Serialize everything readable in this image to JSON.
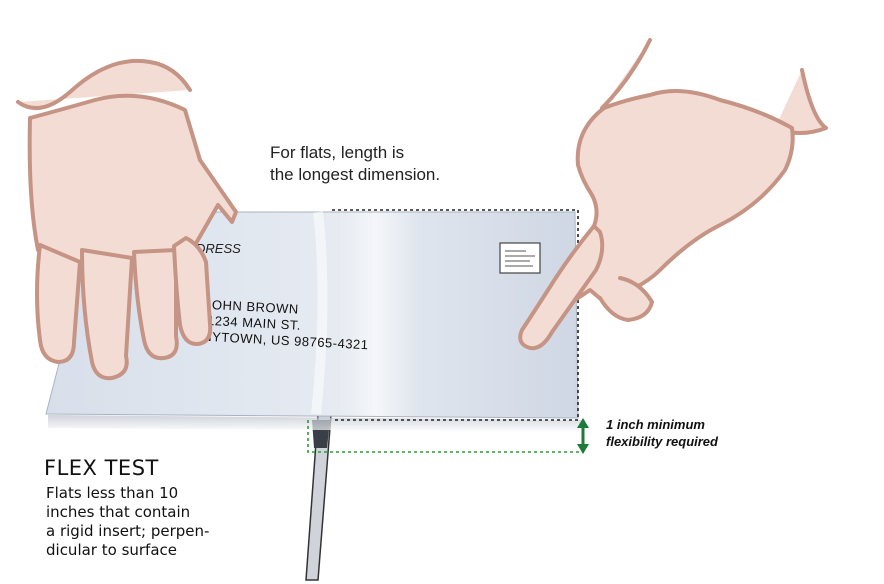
{
  "caption": {
    "line1": "For flats, length is",
    "line2": "the longest dimension."
  },
  "envelope": {
    "return_label": "DRESS",
    "address_lines": [
      "OHN BROWN",
      "1234 MAIN ST.",
      "NYTOWN, US  98765-4321"
    ]
  },
  "flex_test": {
    "title": "FLEX TEST",
    "description_lines": [
      "Flats less than 10",
      "inches that contain",
      "a rigid insert; perpen-",
      "dicular to surface"
    ],
    "flex_note_lines": [
      "1 inch minimum",
      "flexibility required"
    ]
  },
  "colors": {
    "envelope": "#dfe5ee",
    "skin": "#f3dcd4",
    "skin_outline": "#c59484",
    "length_guide": "#222222",
    "flex_guide": "#2e9b3a",
    "arrow": "#1f7a3a"
  }
}
